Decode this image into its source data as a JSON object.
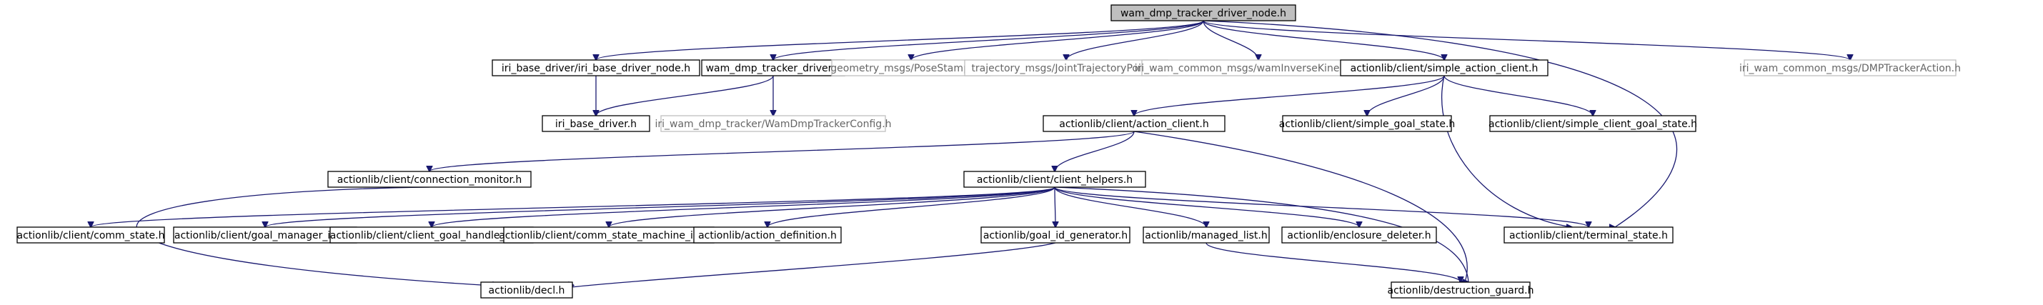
{
  "diagram": {
    "colors": {
      "edge": "#191970",
      "box_border": "#000000",
      "box_border_external": "#bfbfbf",
      "root_fill": "#bfbfbf",
      "text": "#000000",
      "text_external": "#666666"
    },
    "nodes": [
      {
        "id": "n0",
        "label": "wam_dmp_tracker_driver_node.h",
        "style": "root"
      },
      {
        "id": "n1",
        "label": "iri_base_driver/iri_base_driver_node.h",
        "style": "normal"
      },
      {
        "id": "n2",
        "label": "wam_dmp_tracker_driver.h",
        "style": "normal"
      },
      {
        "id": "n3",
        "label": "geometry_msgs/PoseStamped.h",
        "style": "external"
      },
      {
        "id": "n4",
        "label": "trajectory_msgs/JointTrajectoryPoint.h",
        "style": "external"
      },
      {
        "id": "n5",
        "label": "iri_wam_common_msgs/wamInverseKinematics.h",
        "style": "external"
      },
      {
        "id": "n6",
        "label": "actionlib/client/simple_action_client.h",
        "style": "normal"
      },
      {
        "id": "n7",
        "label": "iri_wam_common_msgs/DMPTrackerAction.h",
        "style": "external"
      },
      {
        "id": "n8",
        "label": "iri_base_driver.h",
        "style": "normal"
      },
      {
        "id": "n9",
        "label": "iri_wam_dmp_tracker/WamDmpTrackerConfig.h",
        "style": "external"
      },
      {
        "id": "n10",
        "label": "actionlib/client/action_client.h",
        "style": "normal"
      },
      {
        "id": "n11",
        "label": "actionlib/client/simple_goal_state.h",
        "style": "normal"
      },
      {
        "id": "n12",
        "label": "actionlib/client/simple_client_goal_state.h",
        "style": "normal"
      },
      {
        "id": "n13",
        "label": "actionlib/client/connection_monitor.h",
        "style": "normal"
      },
      {
        "id": "n14",
        "label": "actionlib/client/client_helpers.h",
        "style": "normal"
      },
      {
        "id": "n15",
        "label": "actionlib/client/comm_state.h",
        "style": "normal"
      },
      {
        "id": "n16",
        "label": "actionlib/client/goal_manager_imp.h",
        "style": "normal"
      },
      {
        "id": "n17",
        "label": "actionlib/client/client_goal_handle_imp.h",
        "style": "normal"
      },
      {
        "id": "n18",
        "label": "actionlib/client/comm_state_machine_imp.h",
        "style": "normal"
      },
      {
        "id": "n19",
        "label": "actionlib/action_definition.h",
        "style": "normal"
      },
      {
        "id": "n20",
        "label": "actionlib/goal_id_generator.h",
        "style": "normal"
      },
      {
        "id": "n21",
        "label": "actionlib/managed_list.h",
        "style": "normal"
      },
      {
        "id": "n22",
        "label": "actionlib/enclosure_deleter.h",
        "style": "normal"
      },
      {
        "id": "n23",
        "label": "actionlib/client/terminal_state.h",
        "style": "normal"
      },
      {
        "id": "n24",
        "label": "actionlib/decl.h",
        "style": "normal"
      },
      {
        "id": "n25",
        "label": "actionlib/destruction_guard.h",
        "style": "normal"
      }
    ],
    "edges": [
      [
        "n0",
        "n1"
      ],
      [
        "n0",
        "n2"
      ],
      [
        "n0",
        "n3"
      ],
      [
        "n0",
        "n4"
      ],
      [
        "n0",
        "n5"
      ],
      [
        "n0",
        "n6"
      ],
      [
        "n0",
        "n7"
      ],
      [
        "n0",
        "n23"
      ],
      [
        "n1",
        "n8"
      ],
      [
        "n2",
        "n8"
      ],
      [
        "n2",
        "n9"
      ],
      [
        "n6",
        "n10"
      ],
      [
        "n6",
        "n11"
      ],
      [
        "n6",
        "n12"
      ],
      [
        "n6",
        "n23"
      ],
      [
        "n10",
        "n13"
      ],
      [
        "n10",
        "n14"
      ],
      [
        "n10",
        "n25"
      ],
      [
        "n13",
        "n24"
      ],
      [
        "n14",
        "n15"
      ],
      [
        "n14",
        "n16"
      ],
      [
        "n14",
        "n17"
      ],
      [
        "n14",
        "n18"
      ],
      [
        "n14",
        "n19"
      ],
      [
        "n14",
        "n20"
      ],
      [
        "n14",
        "n21"
      ],
      [
        "n14",
        "n22"
      ],
      [
        "n14",
        "n23"
      ],
      [
        "n14",
        "n25"
      ],
      [
        "n20",
        "n24"
      ],
      [
        "n21",
        "n25"
      ]
    ]
  }
}
